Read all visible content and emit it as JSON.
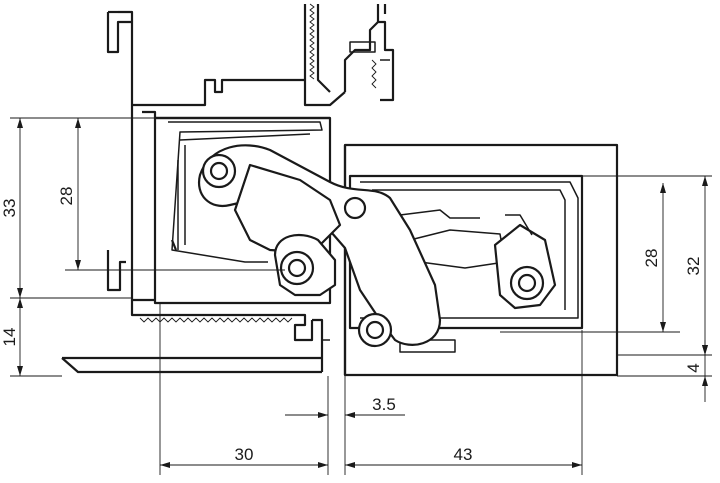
{
  "dimensions": {
    "left_height_total": "33",
    "left_height_inner": "28",
    "left_height_lower": "14",
    "right_height_inner": "28",
    "right_height_total": "32",
    "right_offset": "4",
    "gap": "3.5",
    "left_depth": "30",
    "right_depth": "43"
  }
}
